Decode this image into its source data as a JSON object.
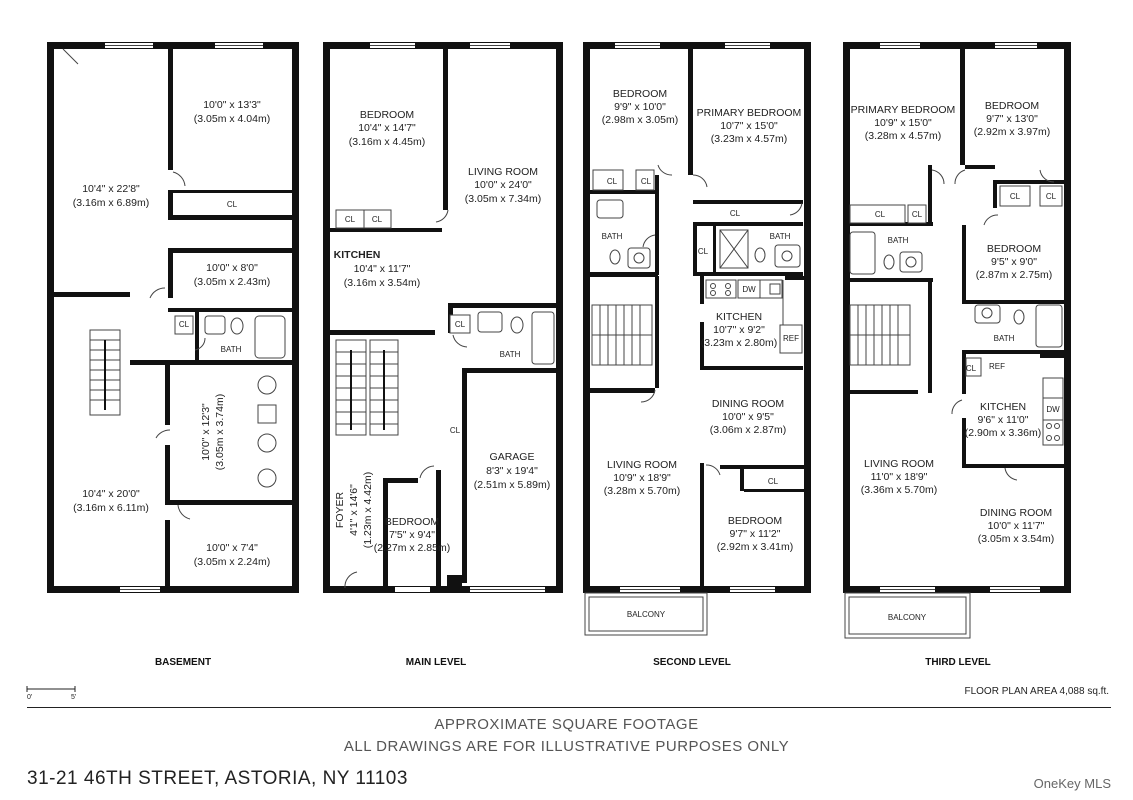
{
  "levels": {
    "basement": {
      "label": "BASEMENT",
      "rooms": [
        {
          "dims": "10'4\" x 22'8\"",
          "metric": "(3.16m x 6.89m)"
        },
        {
          "dims": "10'0\" x 13'3\"",
          "metric": "(3.05m x 4.04m)"
        },
        {
          "dims": "10'0\" x 8'0\"",
          "metric": "(3.05m x 2.43m)"
        },
        {
          "dims": "10'0\" x 12'3\"",
          "metric": "(3.05m x 3.74m)"
        },
        {
          "dims": "10'4\" x 20'0\"",
          "metric": "(3.16m x 6.11m)"
        },
        {
          "dims": "10'0\" x 7'4\"",
          "metric": "(3.05m x 2.24m)"
        }
      ],
      "bath": "BATH",
      "cl": "CL"
    },
    "main": {
      "label": "MAIN LEVEL",
      "bedroom": {
        "name": "BEDROOM",
        "dims": "10'4\" x 14'7\"",
        "metric": "(3.16m x 4.45m)"
      },
      "living": {
        "name": "LIVING ROOM",
        "dims": "10'0\" x 24'0\"",
        "metric": "(3.05m x 7.34m)"
      },
      "kitchen": {
        "name": "KITCHEN",
        "dims": "10'4\" x 11'7\"",
        "metric": "(3.16m x 3.54m)"
      },
      "garage": {
        "name": "GARAGE",
        "dims": "8'3\" x 19'4\"",
        "metric": "(2.51m x 5.89m)"
      },
      "foyer": {
        "name": "FOYER",
        "dims": "4'1\" x 14'6\"",
        "metric": "(1.23m x 4.42m)"
      },
      "bedroom2": {
        "name": "BEDROOM",
        "dims": "7'5\" x 9'4\"",
        "metric": "(2.27m x 2.85m)"
      },
      "bath": "BATH",
      "cl": "CL"
    },
    "second": {
      "label": "SECOND LEVEL",
      "bedroom1": {
        "name": "BEDROOM",
        "dims": "9'9\" x 10'0\"",
        "metric": "(2.98m x 3.05m)"
      },
      "primary": {
        "name": "PRIMARY BEDROOM",
        "dims": "10'7\" x 15'0\"",
        "metric": "(3.23m x 4.57m)"
      },
      "kitchen": {
        "name": "KITCHEN",
        "dims": "10'7\" x 9'2\"",
        "metric": "(3.23m x 2.80m)"
      },
      "dining": {
        "name": "DINING ROOM",
        "dims": "10'0\" x 9'5\"",
        "metric": "(3.06m x 2.87m)"
      },
      "living": {
        "name": "LIVING ROOM",
        "dims": "10'9\" x 18'9\"",
        "metric": "(3.28m x 5.70m)"
      },
      "bedroom2": {
        "name": "BEDROOM",
        "dims": "9'7\" x 11'2\"",
        "metric": "(2.92m x 3.41m)"
      },
      "balcony": "BALCONY",
      "bath": "BATH",
      "cl": "CL",
      "dw": "DW",
      "ref": "REF"
    },
    "third": {
      "label": "THIRD LEVEL",
      "primary": {
        "name": "PRIMARY BEDROOM",
        "dims": "10'9\" x 15'0\"",
        "metric": "(3.28m x 4.57m)"
      },
      "bedroom1": {
        "name": "BEDROOM",
        "dims": "9'7\" x 13'0\"",
        "metric": "(2.92m x 3.97m)"
      },
      "bedroom2": {
        "name": "BEDROOM",
        "dims": "9'5\" x 9'0\"",
        "metric": "(2.87m x 2.75m)"
      },
      "kitchen": {
        "name": "KITCHEN",
        "dims": "9'6\" x 11'0\"",
        "metric": "(2.90m x 3.36m)"
      },
      "living": {
        "name": "LIVING ROOM",
        "dims": "11'0\" x 18'9\"",
        "metric": "(3.36m x 5.70m)"
      },
      "dining": {
        "name": "DINING ROOM",
        "dims": "10'0\" x 11'7\"",
        "metric": "(3.05m x 3.54m)"
      },
      "balcony": "BALCONY",
      "bath": "BATH",
      "cl": "CL",
      "dw": "DW",
      "ref": "REF"
    }
  },
  "scale": {
    "start": "0'",
    "end": "5'"
  },
  "area": "FLOOR PLAN AREA 4,088 sq.ft.",
  "footer": {
    "line1": "APPROXIMATE SQUARE FOOTAGE",
    "line2": "ALL DRAWINGS ARE FOR ILLUSTRATIVE PURPOSES ONLY"
  },
  "address": "31-21 46TH STREET, ASTORIA, NY 11103",
  "brand": "OneKey MLS"
}
